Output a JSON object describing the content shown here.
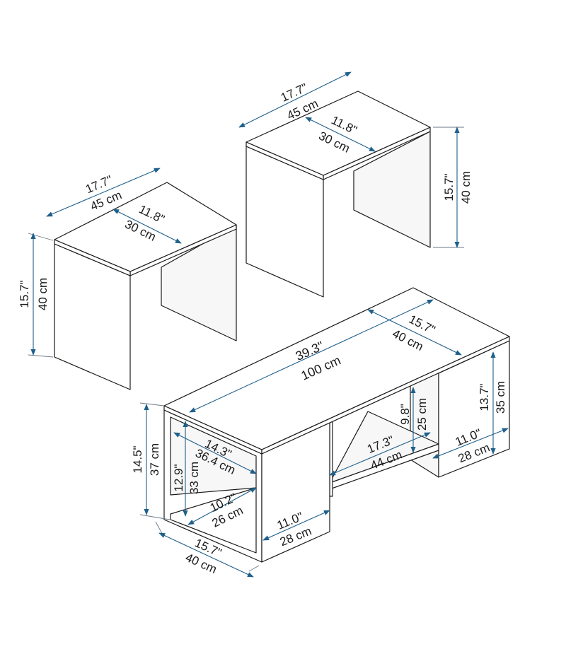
{
  "colors": {
    "arrow": "#1f5f8b",
    "outline": "#1a1a1a",
    "background": "#ffffff"
  },
  "stool_left": {
    "width_in": "17.7\"",
    "width_cm": "45 cm",
    "depth_in": "11.8\"",
    "depth_cm": "30 cm",
    "height_in": "15.7\"",
    "height_cm": "40 cm"
  },
  "stool_right": {
    "width_in": "17.7\"",
    "width_cm": "45 cm",
    "depth_in": "11.8\"",
    "depth_cm": "30 cm",
    "height_in": "15.7\"",
    "height_cm": "40 cm"
  },
  "table": {
    "length_in": "39.3\"",
    "length_cm": "100 cm",
    "depth_in": "15.7\"",
    "depth_cm": "40 cm",
    "height_in": "14.5\"",
    "height_cm": "37 cm",
    "right_leg_height_in": "13.7\"",
    "right_leg_height_cm": "35 cm",
    "right_leg_depth_in": "11.0\"",
    "right_leg_depth_cm": "28 cm",
    "shelf_width_in": "17.3\"",
    "shelf_width_cm": "44 cm",
    "shelf_gap_in": "9.8\"",
    "shelf_gap_cm": "25 cm",
    "cube_inner_depth_in": "14.3\"",
    "cube_inner_depth_cm": "36.4 cm",
    "cube_inner_height_in": "12.9\"",
    "cube_inner_height_cm": "33 cm",
    "cube_inner_width_in": "10.2\"",
    "cube_inner_width_cm": "26 cm",
    "cube_width_in": "11.0\"",
    "cube_width_cm": "28 cm",
    "base_depth_in": "15.7\"",
    "base_depth_cm": "40 cm"
  }
}
